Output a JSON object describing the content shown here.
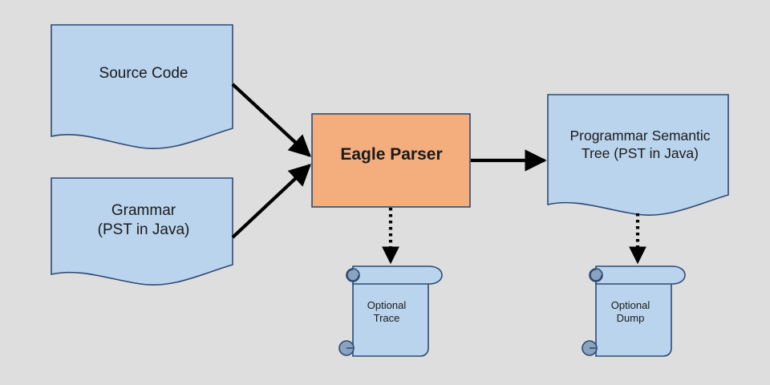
{
  "diagram": {
    "title": "Eagle Parser data flow diagram",
    "background_color": "#dedede",
    "palette": {
      "document_fill": "#bad4ed",
      "document_stroke": "#2e4a73",
      "process_fill": "#f4ad7d",
      "process_stroke": "#2e4a73",
      "scroll_fill": "#bad4ed",
      "scroll_curl_fill": "#8aa3c0",
      "arrow_color": "#000000",
      "text_color": "#1a1a1a"
    },
    "nodes": [
      {
        "id": "source-code",
        "shape": "document",
        "label": "Source Code",
        "fill": "#bad4ed"
      },
      {
        "id": "grammar",
        "shape": "document",
        "label": "Grammar\n(PST in Java)",
        "fill": "#bad4ed"
      },
      {
        "id": "eagle-parser",
        "shape": "process",
        "label": "Eagle Parser",
        "fill": "#f4ad7d"
      },
      {
        "id": "pst",
        "shape": "document",
        "label": "Programmar Semantic\nTree (PST in Java)",
        "fill": "#bad4ed"
      },
      {
        "id": "optional-trace",
        "shape": "scroll",
        "label": "Optional\nTrace",
        "fill": "#bad4ed"
      },
      {
        "id": "optional-dump",
        "shape": "scroll",
        "label": "Optional\nDump",
        "fill": "#bad4ed"
      }
    ],
    "edges": [
      {
        "id": "source-to-parser",
        "from": "source-code",
        "to": "eagle-parser",
        "style": "solid",
        "arrowhead": "filled"
      },
      {
        "id": "grammar-to-parser",
        "from": "grammar",
        "to": "eagle-parser",
        "style": "solid",
        "arrowhead": "filled"
      },
      {
        "id": "parser-to-pst",
        "from": "eagle-parser",
        "to": "pst",
        "style": "solid",
        "arrowhead": "filled"
      },
      {
        "id": "parser-to-trace",
        "from": "eagle-parser",
        "to": "optional-trace",
        "style": "dotted",
        "arrowhead": "filled"
      },
      {
        "id": "pst-to-dump",
        "from": "pst",
        "to": "optional-dump",
        "style": "dotted",
        "arrowhead": "filled"
      }
    ]
  }
}
